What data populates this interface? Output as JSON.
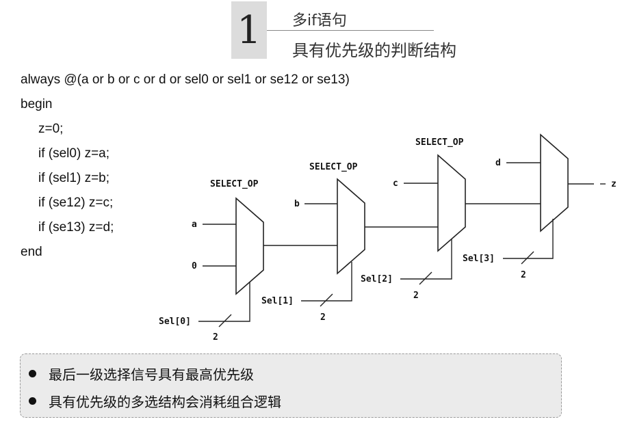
{
  "header": {
    "number": "1",
    "title": "多if语句",
    "subtitle": "具有优先级的判断结构"
  },
  "code": [
    "always @(a or b or c or d or sel0 or sel1 or se12 or se13)",
    "begin",
    "z=0;",
    "if (sel0)   z=a;",
    "if (sel1)   z=b;",
    "if (se12)   z=c;",
    "if (se13)   z=d;",
    "end"
  ],
  "diagram": {
    "mux_labels": [
      "SELECT_OP",
      "SELECT_OP",
      "SELECT_OP"
    ],
    "inputs": [
      "a",
      "0",
      "b",
      "c",
      "d"
    ],
    "output": "z",
    "selects": [
      "Sel[0]",
      "Sel[1]",
      "Sel[2]",
      "Sel[3]"
    ],
    "bus_width": "2"
  },
  "notes": [
    "最后一级选择信号具有最高优先级",
    "具有优先级的多选结构会消耗组合逻辑"
  ]
}
